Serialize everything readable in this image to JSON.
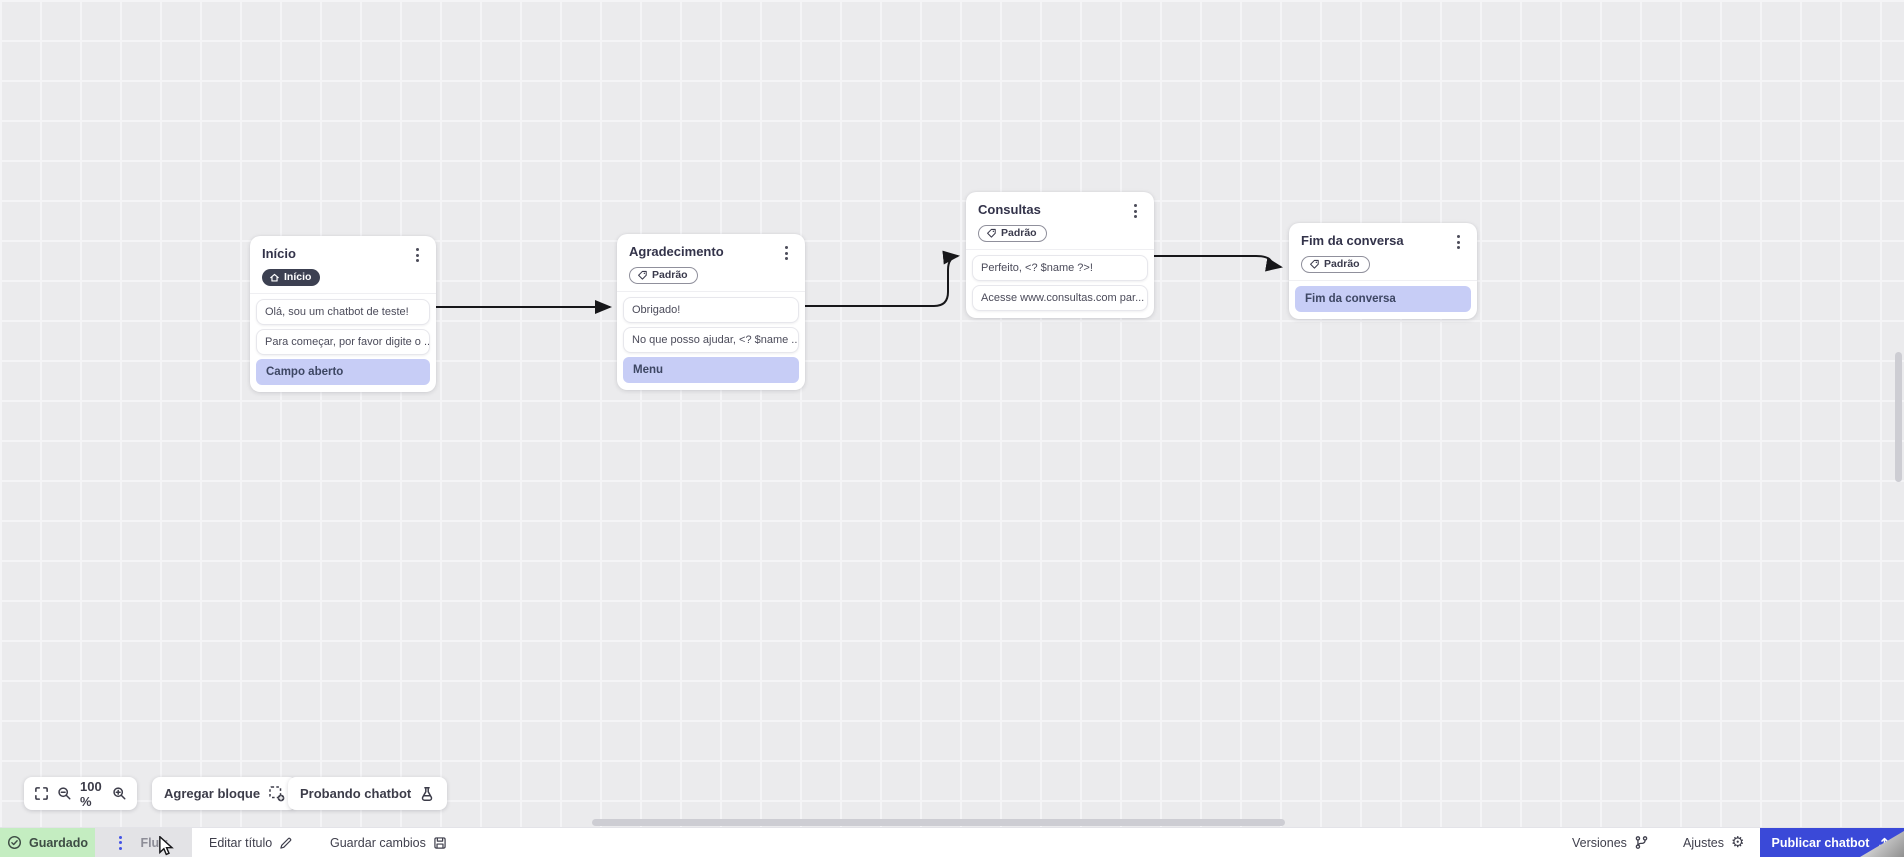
{
  "canvas": {
    "zoom_value": "100 %",
    "nodes": [
      {
        "id": "inicio",
        "title": "Início",
        "badge": {
          "label": "Início",
          "style": "dark",
          "icon": "home-icon"
        },
        "messages": [
          "Olá, sou um chatbot de teste!",
          "Para começar, por favor digite o ..."
        ],
        "blocks": [
          "Campo aberto"
        ]
      },
      {
        "id": "agradecimento",
        "title": "Agradecimento",
        "badge": {
          "label": "Padrão",
          "style": "outline",
          "icon": "tag-icon"
        },
        "messages": [
          "Obrigado!",
          "No que posso ajudar, <? $name ..."
        ],
        "blocks": [
          "Menu"
        ]
      },
      {
        "id": "consultas",
        "title": "Consultas",
        "badge": {
          "label": "Padrão",
          "style": "outline",
          "icon": "tag-icon"
        },
        "messages": [
          "Perfeito, <? $name ?>!",
          "Acesse www.consultas.com par..."
        ],
        "blocks": []
      },
      {
        "id": "fim-da-conversa",
        "title": "Fim da conversa",
        "badge": {
          "label": "Padrão",
          "style": "outline",
          "icon": "tag-icon"
        },
        "messages": [],
        "blocks": [
          "Fim da conversa"
        ]
      }
    ]
  },
  "toolbar": {
    "zoom_value": "100 %",
    "add_block_label": "Agregar bloque",
    "test_chatbot_label": "Probando chatbot"
  },
  "statusbar": {
    "saved_label": "Guardado",
    "flow_tab_label": "Fluir",
    "edit_title_label": "Editar título",
    "save_changes_label": "Guardar cambios",
    "versions_label": "Versiones",
    "settings_label": "Ajustes",
    "publish_label": "Publicar chatbot"
  },
  "colors": {
    "accent_blue": "#3a49d8",
    "saved_green_bg": "#c4edc1",
    "block_purple": "#c7cdf6",
    "canvas_bg": "#ebebed",
    "wire_black": "#17171a"
  }
}
